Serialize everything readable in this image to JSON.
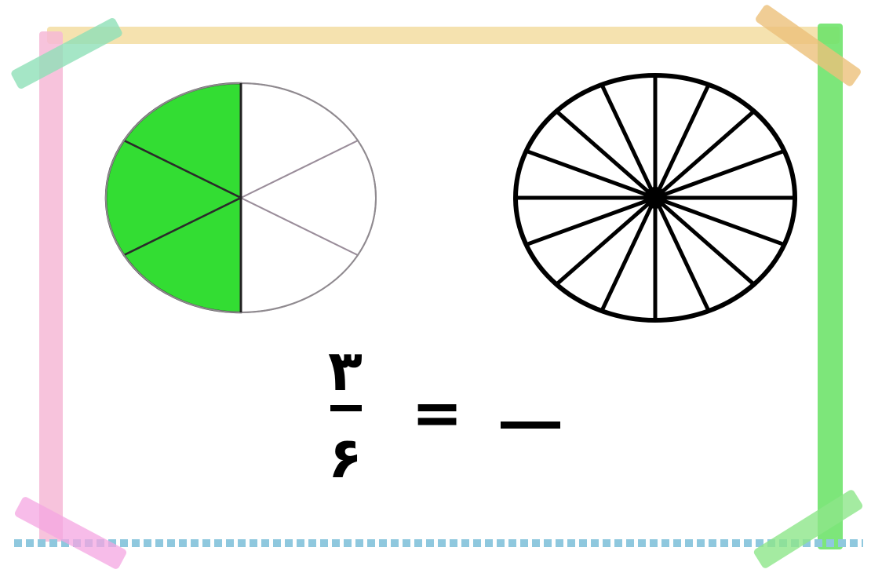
{
  "fraction": {
    "numerator": "٣",
    "denominator": "۶",
    "equals": "="
  },
  "shaded_circle": {
    "total_parts": 6,
    "shaded_parts": 3,
    "fill_color": "#33dd33"
  },
  "blank_circle": {
    "total_parts": 16,
    "shaded_parts": 0
  },
  "colors": {
    "tape_top": "#f4dfa6",
    "tape_left": "#f6b9d6",
    "tape_right": "#6fe36b",
    "tape_bottom": "#8fc8de",
    "tape_corner_tl": "#8ee0b8",
    "tape_corner_tr": "#ecc07a",
    "tape_corner_bl": "#f4a6e2",
    "tape_corner_br": "#8de68a"
  }
}
